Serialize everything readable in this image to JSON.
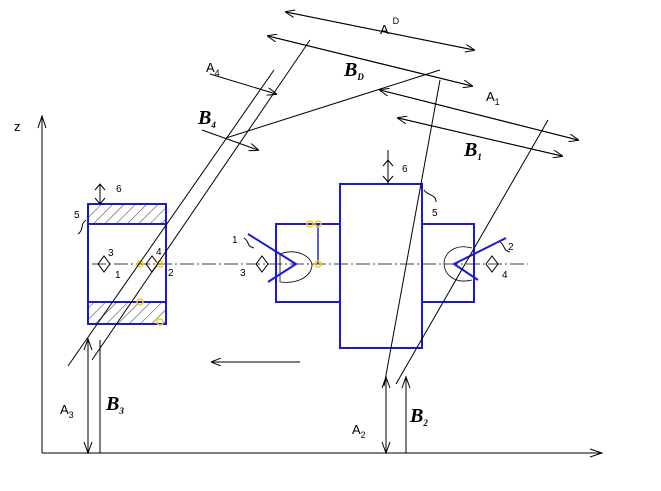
{
  "axes": {
    "z_label": "z"
  },
  "dimensions": {
    "A_D": {
      "letter": "A",
      "sub": "D"
    },
    "B_D": {
      "letter": "B",
      "sub": "D"
    },
    "A4": {
      "letter": "A",
      "sub": "4"
    },
    "B4": {
      "letter": "B",
      "sub": "4"
    },
    "A1": {
      "letter": "A",
      "sub": "1"
    },
    "B1": {
      "letter": "B",
      "sub": "1"
    },
    "A3": {
      "letter": "A",
      "sub": "3"
    },
    "B3": {
      "letter": "B",
      "sub": "3"
    },
    "A2": {
      "letter": "A",
      "sub": "2"
    },
    "B2": {
      "letter": "B",
      "sub": "2"
    }
  },
  "left_part": {
    "points": {
      "p6": "6",
      "p5": "5",
      "p3": "3",
      "p1": "1",
      "p4": "4",
      "p2": "2"
    }
  },
  "right_part": {
    "points": {
      "p6": "6",
      "p5": "5",
      "p1": "1",
      "p3": "3",
      "p2": "2",
      "p4": "4"
    }
  },
  "colors": {
    "part_outline": "#1a1ad6",
    "datum_marker": "#f5d000",
    "ink": "#000000"
  }
}
